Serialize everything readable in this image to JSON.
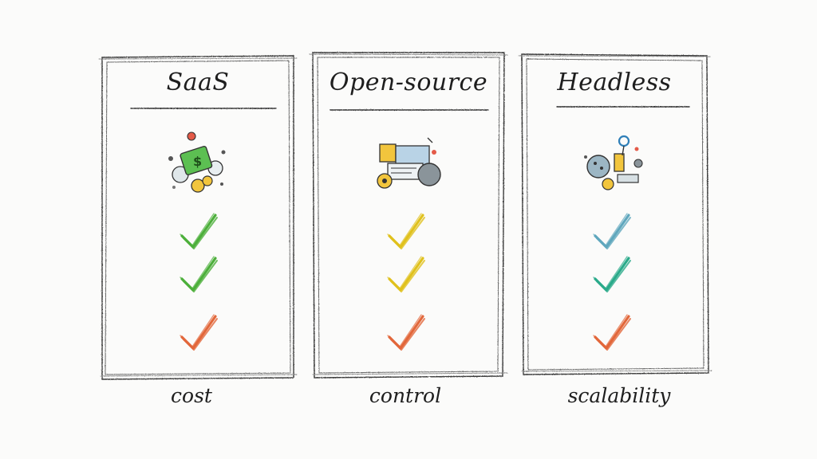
{
  "columns": [
    {
      "title": "SaaS",
      "icon": "money-coins-icon",
      "checks": [
        "#4caf3a",
        "#4caf3a",
        "#e2673a"
      ],
      "caption": "cost"
    },
    {
      "title": "Open-source",
      "icon": "code-gears-icon",
      "checks": [
        "#e0c11c",
        "#e0c11c",
        "#e2673a"
      ],
      "caption": "control"
    },
    {
      "title": "Headless",
      "icon": "gears-network-icon",
      "checks": [
        "#5fa7bd",
        "#2aaa8a",
        "#e2673a"
      ],
      "caption": "scalability"
    }
  ]
}
